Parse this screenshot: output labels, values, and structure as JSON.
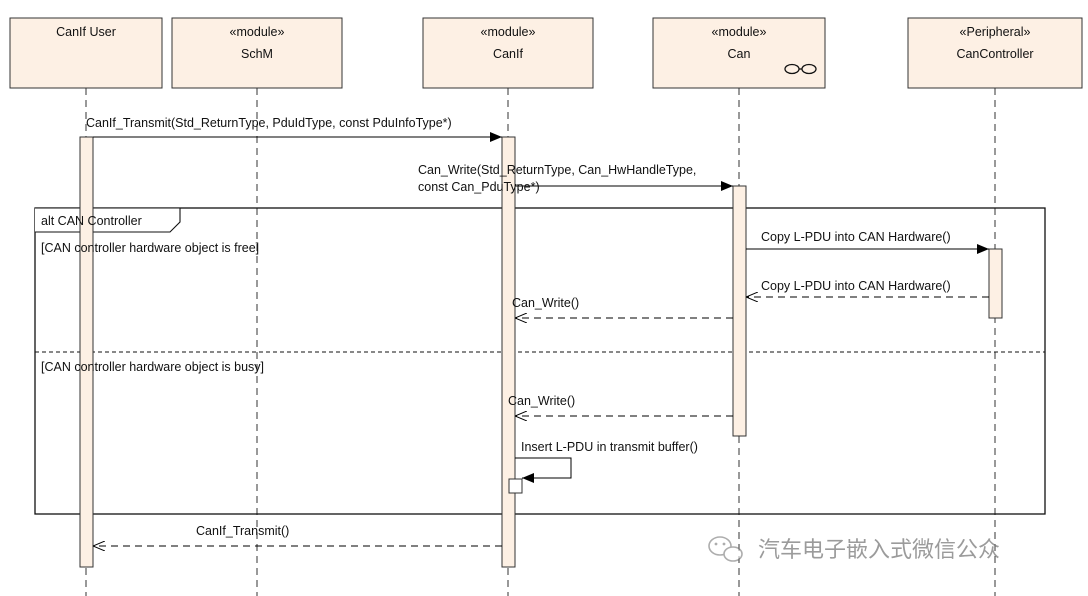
{
  "lifelines": [
    {
      "stereotype": "",
      "name": "CanIf User"
    },
    {
      "stereotype": "«module»",
      "name": "SchM"
    },
    {
      "stereotype": "«module»",
      "name": "CanIf"
    },
    {
      "stereotype": "«module»",
      "name": "Can"
    },
    {
      "stereotype": "«Peripheral»",
      "name": "CanController"
    }
  ],
  "messages": {
    "m1": "CanIf_Transmit(Std_ReturnType, PduIdType, const PduInfoType*)",
    "m2_line1": "Can_Write(Std_ReturnType, Can_HwHandleType,",
    "m2_line2": "const Can_PduType*)",
    "m3": "Copy L-PDU into CAN Hardware()",
    "m4": "Copy L-PDU into CAN Hardware()",
    "m5": "Can_Write()",
    "m6": "Can_Write()",
    "m7": "Insert L-PDU in transmit buffer()",
    "m8": "CanIf_Transmit()"
  },
  "fragment": {
    "label": "alt CAN Controller",
    "guard1": "[CAN controller hardware object is free]",
    "guard2": "[CAN controller hardware object is busy]"
  },
  "watermark": "汽车电子嵌入式微信公众"
}
